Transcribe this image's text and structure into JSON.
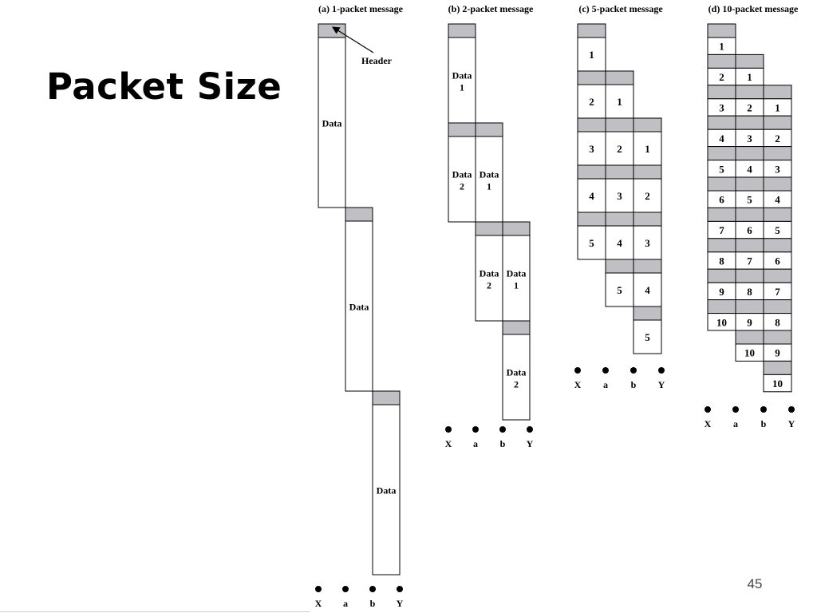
{
  "slide": {
    "title": "Packet Size",
    "page_number": "45"
  },
  "colors": {
    "header_fill": "#c0c0c4",
    "box_fill": "#ffffff",
    "stroke": "#000000"
  },
  "nodes": [
    "X",
    "a",
    "b",
    "Y"
  ],
  "panels": [
    {
      "caption": "(a) 1-packet message",
      "packets": [
        [
          "Data"
        ]
      ],
      "header_callout": "Header"
    },
    {
      "caption": "(b) 2-packet message",
      "packets": [
        [
          "Data",
          "1"
        ],
        [
          "Data",
          "2"
        ]
      ]
    },
    {
      "caption": "(c) 5-packet message",
      "packets": [
        [
          "1"
        ],
        [
          "2"
        ],
        [
          "3"
        ],
        [
          "4"
        ],
        [
          "5"
        ]
      ]
    },
    {
      "caption": "(d) 10-packet message",
      "packets": [
        [
          "1"
        ],
        [
          "2"
        ],
        [
          "3"
        ],
        [
          "4"
        ],
        [
          "5"
        ],
        [
          "6"
        ],
        [
          "7"
        ],
        [
          "8"
        ],
        [
          "9"
        ],
        [
          "10"
        ]
      ]
    }
  ]
}
